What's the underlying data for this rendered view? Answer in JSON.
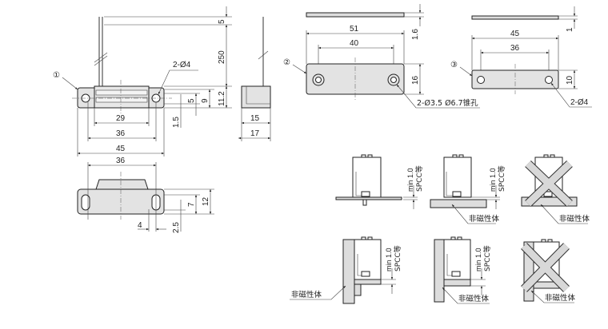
{
  "part1": {
    "callout": "①",
    "hole_note": "2-Ø4",
    "dims": {
      "wire_tip": "5",
      "wire_len": "250",
      "height": "11.2",
      "h9": "9",
      "h5": "5",
      "h15": "1.5",
      "w29": "29",
      "w36": "36",
      "w45": "45",
      "side15": "15",
      "side17": "17"
    },
    "bottom_dims": {
      "w36": "36",
      "h12": "12",
      "h7": "7",
      "h25": "2.5",
      "w4": "4"
    }
  },
  "part2": {
    "callout": "②",
    "dims": {
      "w51": "51",
      "w40": "40",
      "h16": "16",
      "t16": "1.6"
    },
    "hole_note": "2-Ø3.5 Ø6.7锥孔"
  },
  "part3": {
    "callout": "③",
    "dims": {
      "w45": "45",
      "w36": "36",
      "h10": "10",
      "t1": "1"
    },
    "hole_note": "2-Ø4"
  },
  "install": {
    "min_label": "min 1.0",
    "spcc_label": "SPCC等",
    "nonmag_label": "非磁性体"
  }
}
